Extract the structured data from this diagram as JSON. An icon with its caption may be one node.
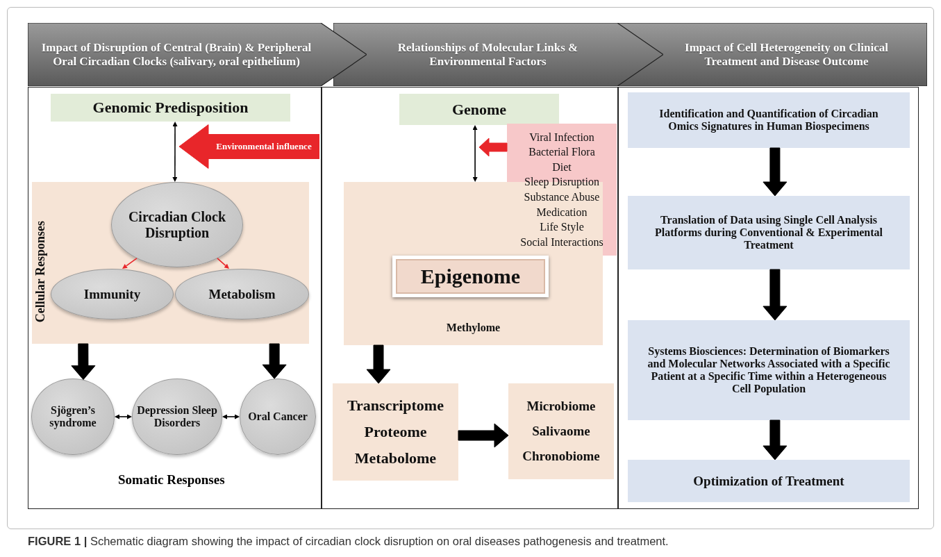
{
  "diagram": {
    "caption": "**FIGURE 1 |** Schematic diagram showing the impact of circadian clock disruption on oral diseases pathogenesis and treatment.",
    "nodes": [
      {
        "text": [
          "Impact of Disruption of Central (Brain) & Peripheral Oral Circadian Clocks (salivary, oral epithelium)"
        ]
      },
      {
        "text": [
          "Relationships of Molecular Links & Environmental Factors"
        ]
      },
      {
        "text": [
          "Impact of Cell Heterogeneity on Clinical Treatment and Disease Outcome"
        ]
      },
      {
        "text": [
          "Genomic Predisposition"
        ]
      },
      {
        "text": [
          "Environmental influence"
        ]
      },
      {
        "text": [
          "Cellular Responses"
        ]
      },
      {
        "text": [
          "Circadian Clock Disruption"
        ],
        "in": 5
      },
      {
        "text": [
          "Immunity"
        ],
        "in": 5
      },
      {
        "text": [
          "Metabolism"
        ],
        "in": 5
      },
      {
        "text": [
          "Sjögren’s syndrome"
        ]
      },
      {
        "text": [
          "Depression Sleep Disorders"
        ]
      },
      {
        "text": [
          "Oral Cancer"
        ]
      },
      {
        "text": [
          "Genome"
        ]
      },
      {
        "text": [
          "Viral Infection",
          "Bacterial Flora",
          "Diet",
          "Sleep Disruption",
          "Substance Abuse",
          "Medication",
          "Life Style",
          "Social Interactions"
        ]
      },
      {
        "text": [
          "Methylome"
        ]
      },
      {
        "text": [
          "Epigenome"
        ],
        "in": 14
      },
      {
        "text": [
          "Transcriptome",
          "Proteome",
          "Metabolome"
        ]
      },
      {
        "text": [
          "Microbiome",
          "Salivaome",
          "Chronobiome"
        ]
      },
      {
        "text": [
          "Identification and Quantification of Circadian Omics Signatures in Human Biospecimens"
        ]
      },
      {
        "text": [
          "Translation of Data using Single Cell Analysis Platforms during Conventional & Experimental Treatment"
        ]
      },
      {
        "text": [
          "Systems Biosciences: Determination of Biomarkers and Molecular Networks Associated with a Specific Patient at a Specific Time within a Heterogeneous Cell Population"
        ]
      },
      {
        "text": [
          "Optimization of Treatment"
        ]
      }
    ],
    "edges": [
      {
        "from": 3,
        "to": 5,
        "arrow": "both"
      },
      {
        "from": 6,
        "to": 7,
        "arrow": "to",
        "color": "#e8262a"
      },
      {
        "from": 6,
        "to": 8,
        "arrow": "to",
        "color": "#e8262a"
      },
      {
        "from": 5,
        "to": 9,
        "arrow": "to",
        "style": "thick"
      },
      {
        "from": 5,
        "to": 11,
        "arrow": "to",
        "style": "thick"
      },
      {
        "from": 9,
        "to": 10,
        "arrow": "both"
      },
      {
        "from": 10,
        "to": 11,
        "arrow": "both"
      },
      {
        "from": 12,
        "to": 14,
        "arrow": "both"
      },
      {
        "from": 13,
        "to": null,
        "arrow": "to",
        "style": "thick",
        "color": "#e8262a"
      },
      {
        "from": 14,
        "to": 16,
        "arrow": "to",
        "style": "thick"
      },
      {
        "from": 16,
        "to": 17,
        "arrow": "to",
        "style": "thick"
      },
      {
        "from": 18,
        "to": 19,
        "arrow": "to",
        "style": "thick"
      },
      {
        "from": 19,
        "to": 20,
        "arrow": "to",
        "style": "thick"
      },
      {
        "from": 20,
        "to": 21,
        "arrow": "to",
        "style": "thick"
      },
      {
        "from": 4,
        "to": null,
        "arrow": "to",
        "style": "thick",
        "color": "#e8262a"
      }
    ],
    "labels": [
      "Somatic Responses"
    ]
  }
}
